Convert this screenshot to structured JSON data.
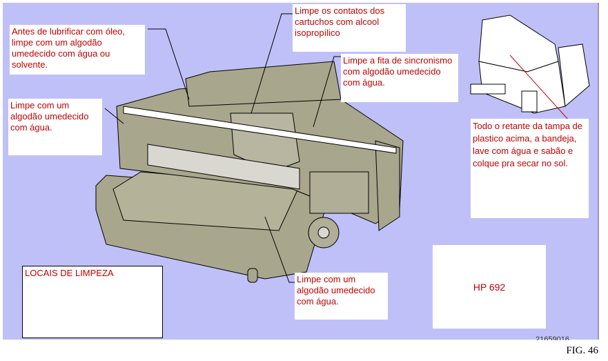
{
  "notes": {
    "lubrificar": "Antes de lubrificar com óleo, limpe com um algodão umedecido com água ou solvente.",
    "contatos": "Limpe os contatos dos cartuchos com alcool isopropílico",
    "fita": "Limpe a fita de sincronismo com algodão umedecido com água.",
    "esquerda": "Limpe com um algodão umedecido com água.",
    "tampa": "Todo o retante da tampa de plastico acima, a bandeja, lave com água e sabão e colque pra secar no sol.",
    "inferior": "Limpe com um algodão umedecido com água."
  },
  "title_box": "LOCAIS DE LIMPEZA",
  "model_box": "HP 692",
  "figure_code": "21659016",
  "figure_label": "FIG. 46",
  "colors": {
    "background": "#c0c0f8",
    "note_text": "#c00000",
    "printer_body": "#a8a68c"
  }
}
